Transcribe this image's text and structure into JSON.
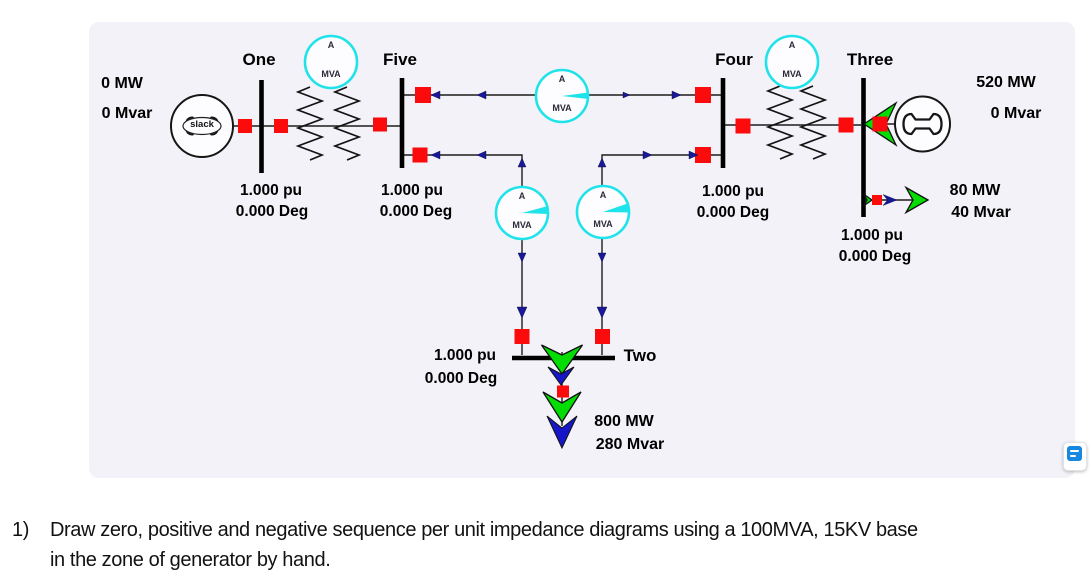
{
  "window": {
    "background": "#ffffff",
    "panel_background": "#f2f2f8"
  },
  "diagram": {
    "buses": [
      {
        "name": "One",
        "voltage": "1.000 pu",
        "angle": "0.000 Deg"
      },
      {
        "name": "Five",
        "voltage": "1.000 pu",
        "angle": "0.000 Deg"
      },
      {
        "name": "Four",
        "voltage": "1.000 pu",
        "angle": "0.000 Deg"
      },
      {
        "name": "Three",
        "voltage": "1.000 pu",
        "angle": "0.000 Deg"
      },
      {
        "name": "Two",
        "voltage": "1.000 pu",
        "angle": "0.000 Deg"
      }
    ],
    "generators": [
      {
        "bus": "One",
        "tag": "slack",
        "mw": "0 MW",
        "mvar": "0 Mvar"
      },
      {
        "bus": "Three",
        "mw": "520 MW",
        "mvar": "0 Mvar"
      }
    ],
    "loads": [
      {
        "bus": "Three",
        "mw": "80 MW",
        "mvar": "40 Mvar"
      },
      {
        "bus": "Two",
        "mw": "800 MW",
        "mvar": "280 Mvar"
      }
    ],
    "meter_labels": {
      "field": "A",
      "unit": "MVA"
    },
    "colors": {
      "breaker_red": "#fb0b0b",
      "meter_cyan": "#1fe3ea",
      "flow_green": "#04dd04",
      "flow_blue": "#1616c8",
      "arrow_navy": "#181899",
      "panel_background": "#f2f2f8"
    }
  },
  "question": {
    "number": "1)",
    "line1": "Draw zero, positive and negative sequence per unit impedance diagrams using a 100MVA, 15KV base",
    "line2": "in the zone of generator by hand."
  }
}
